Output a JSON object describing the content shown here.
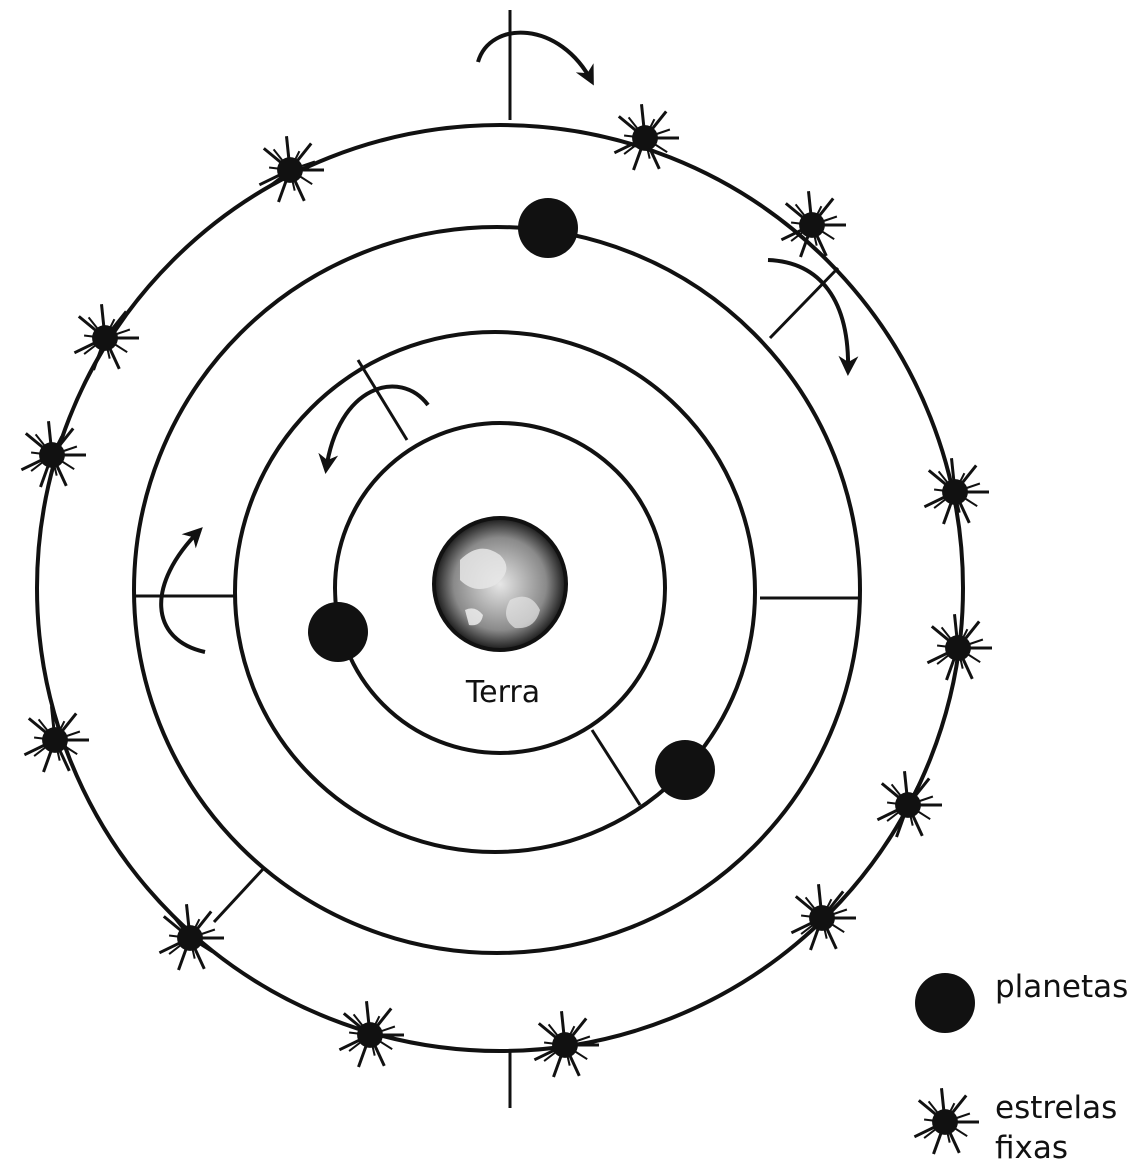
{
  "colors": {
    "ink": "#111111",
    "background": "#ffffff",
    "earth_light": "#cfcfcf"
  },
  "center_label": "Terra",
  "legend": {
    "planet_label": "planetas",
    "planet_icon": "filled-circle",
    "star_label_line1": "estrelas",
    "star_label_line2": "fixas",
    "star_icon": "star-burst"
  }
}
